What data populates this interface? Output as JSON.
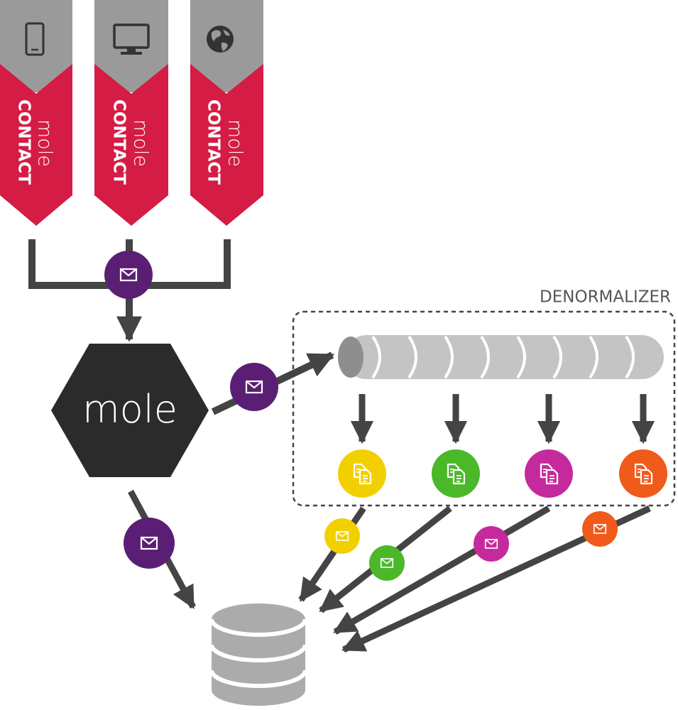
{
  "clients": [
    {
      "device": "smartphone-icon",
      "brand": "mole",
      "label": "CONTACT"
    },
    {
      "device": "monitor-icon",
      "brand": "mole",
      "label": "CONTACT"
    },
    {
      "device": "globe-icon",
      "brand": "mole",
      "label": "CONTACT"
    }
  ],
  "core": {
    "label": "mole"
  },
  "denormalizer": {
    "title": "DENORMALIZER",
    "workers": [
      {
        "color": "#f2d000",
        "icon": "documents-icon"
      },
      {
        "color": "#4bb82a",
        "icon": "documents-icon"
      },
      {
        "color": "#c52a9c",
        "icon": "documents-icon"
      },
      {
        "color": "#f05a1a",
        "icon": "documents-icon"
      }
    ]
  },
  "storage": {
    "icon": "database-icon"
  },
  "colors": {
    "client_gray": "#9a9a9a",
    "client_red": "#d41c44",
    "connector": "#444444",
    "hexagon": "#2b2b2b",
    "message_purple": "#5a1f74",
    "queue_gray": "#c4c4c4",
    "database_gray": "#ababab"
  }
}
